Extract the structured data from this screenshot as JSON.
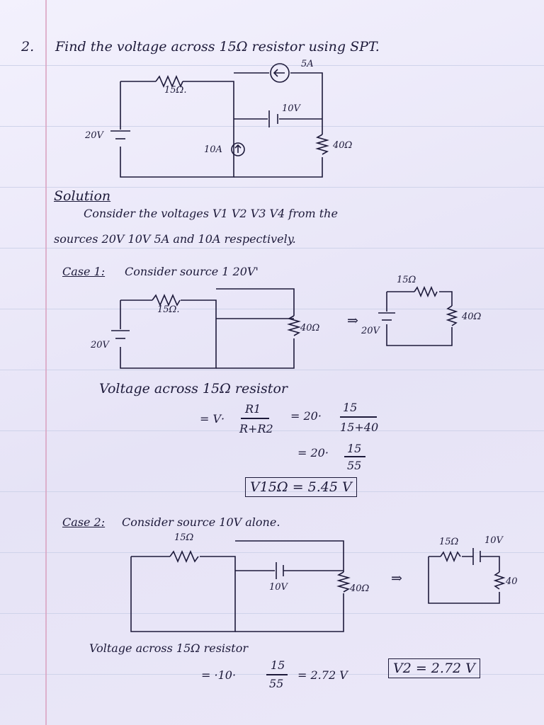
{
  "question": {
    "number": "2.",
    "text": "Find the voltage across 15Ω resistor using SPT."
  },
  "circuit_main": {
    "r1": "15Ω.",
    "r2": "40Ω",
    "v1": "20V",
    "v2": "10V",
    "i1": "5A",
    "i2": "10A"
  },
  "solution": {
    "heading": "Solution",
    "line1": "Consider the voltages V1 V2 V3 V4 from the",
    "line2": "sources 20V 10V 5A and 10A respectively."
  },
  "case1": {
    "heading": "Case 1:",
    "text": "Consider source 1 20V'",
    "r1": "15Ω.",
    "r2": "40Ω",
    "v": "20V",
    "eq_r1": "15Ω",
    "eq_r2": "40Ω",
    "eq_v": "20V",
    "arrow": "⇒",
    "calc_title": "Voltage across 15Ω resistor",
    "formula_num": "R1",
    "formula_den": "R+R2",
    "formula_prefix": "= V·",
    "sub_num": "15",
    "sub_den": "15+40",
    "sub_prefix": "= 20·",
    "sub2_prefix": "= 20·",
    "sub2_num": "15",
    "sub2_den": "55",
    "result": "V15Ω = 5.45 V"
  },
  "case2": {
    "heading": "Case 2:",
    "text": "Consider source 10V alone.",
    "r1": "15Ω",
    "v": "10V",
    "r2": "40Ω",
    "eq_r1": "15Ω",
    "eq_v": "10V",
    "eq_r2": "40",
    "arrow": "⇒",
    "calc_title": "Voltage across 15Ω resistor",
    "calc_prefix": "= ·10·",
    "calc_num": "15",
    "calc_den": "55",
    "calc_result": "= 2.72 V",
    "result": "V2 = 2.72 V"
  }
}
